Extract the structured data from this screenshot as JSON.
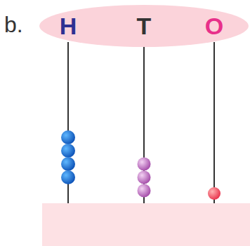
{
  "diagram": {
    "nodes": [
      {
        "text": [
          "H",
          "T",
          "O"
        ]
      }
    ],
    "labels": [
      "b."
    ]
  }
}
